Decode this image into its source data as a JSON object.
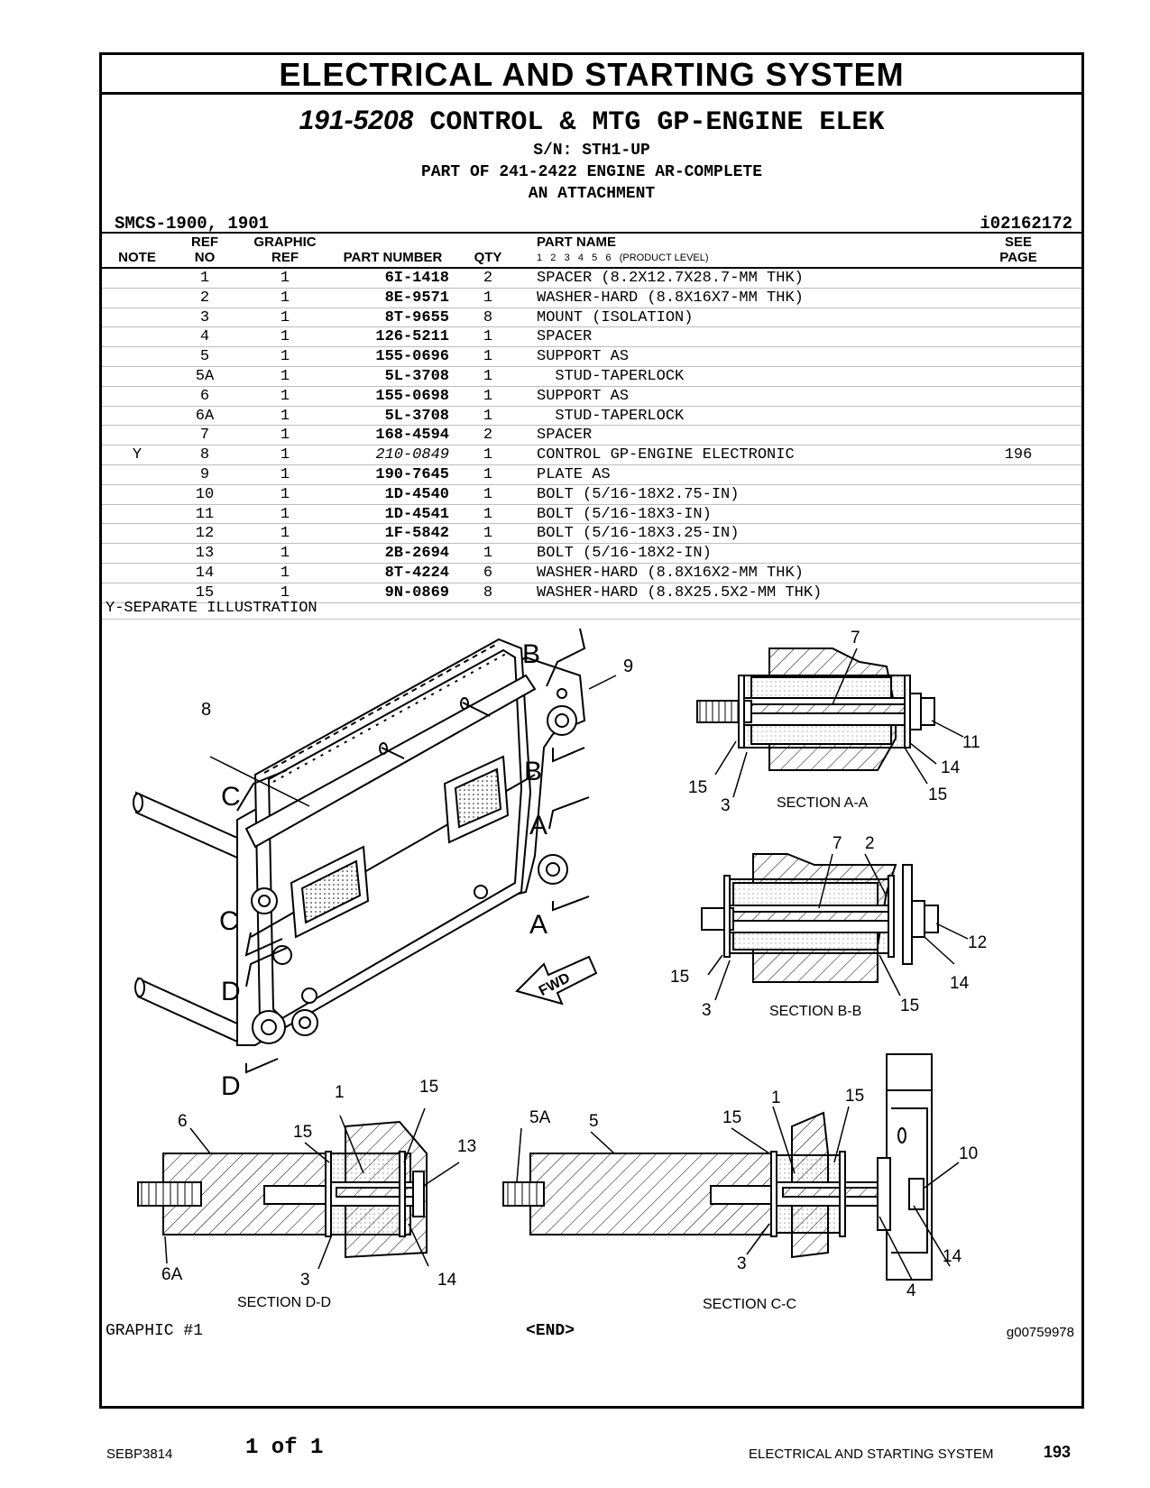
{
  "header": {
    "title": "ELECTRICAL AND STARTING SYSTEM",
    "group_part_number": "191-5208",
    "group_name": "CONTROL & MTG GP-ENGINE ELEK",
    "serial": "S/N: STH1-UP",
    "part_of": "PART OF 241-2422 ENGINE AR-COMPLETE",
    "attachment": "AN ATTACHMENT",
    "smcs": "SMCS-1900, 1901",
    "illustration_id": "i02162172"
  },
  "columns": {
    "note": "NOTE",
    "ref_top": "REF",
    "ref_bottom": "NO",
    "graphic_top": "GRAPHIC",
    "graphic_bottom": "REF",
    "part_number": "PART NUMBER",
    "qty": "QTY",
    "part_name": "PART NAME",
    "product_level": "1   2   3   4   5   6   (PRODUCT LEVEL)",
    "see_top": "SEE",
    "see_bottom": "PAGE"
  },
  "parts": [
    {
      "note": "",
      "ref": "1",
      "graphic": "1",
      "part_number": "6I-1418",
      "qty": "2",
      "name": "SPACER (8.2X12.7X28.7-MM THK)",
      "see": ""
    },
    {
      "note": "",
      "ref": "2",
      "graphic": "1",
      "part_number": "8E-9571",
      "qty": "1",
      "name": "WASHER-HARD (8.8X16X7-MM THK)",
      "see": ""
    },
    {
      "note": "",
      "ref": "3",
      "graphic": "1",
      "part_number": "8T-9655",
      "qty": "8",
      "name": "MOUNT (ISOLATION)",
      "see": ""
    },
    {
      "note": "",
      "ref": "4",
      "graphic": "1",
      "part_number": "126-5211",
      "qty": "1",
      "name": "SPACER",
      "see": ""
    },
    {
      "note": "",
      "ref": "5",
      "graphic": "1",
      "part_number": "155-0696",
      "qty": "1",
      "name": "SUPPORT AS",
      "see": ""
    },
    {
      "note": "",
      "ref": "5A",
      "graphic": "1",
      "part_number": "5L-3708",
      "qty": "1",
      "name": "  STUD-TAPERLOCK",
      "see": ""
    },
    {
      "note": "",
      "ref": "6",
      "graphic": "1",
      "part_number": "155-0698",
      "qty": "1",
      "name": "SUPPORT AS",
      "see": ""
    },
    {
      "note": "",
      "ref": "6A",
      "graphic": "1",
      "part_number": "5L-3708",
      "qty": "1",
      "name": "  STUD-TAPERLOCK",
      "see": ""
    },
    {
      "note": "",
      "ref": "7",
      "graphic": "1",
      "part_number": "168-4594",
      "qty": "2",
      "name": "SPACER",
      "see": ""
    },
    {
      "note": "Y",
      "ref": "8",
      "graphic": "1",
      "part_number": "210-0849",
      "qty": "1",
      "name": "CONTROL GP-ENGINE ELECTRONIC",
      "see": "196",
      "italic": true
    },
    {
      "note": "",
      "ref": "9",
      "graphic": "1",
      "part_number": "190-7645",
      "qty": "1",
      "name": "PLATE AS",
      "see": ""
    },
    {
      "note": "",
      "ref": "10",
      "graphic": "1",
      "part_number": "1D-4540",
      "qty": "1",
      "name": "BOLT (5/16-18X2.75-IN)",
      "see": ""
    },
    {
      "note": "",
      "ref": "11",
      "graphic": "1",
      "part_number": "1D-4541",
      "qty": "1",
      "name": "BOLT (5/16-18X3-IN)",
      "see": ""
    },
    {
      "note": "",
      "ref": "12",
      "graphic": "1",
      "part_number": "1F-5842",
      "qty": "1",
      "name": "BOLT (5/16-18X3.25-IN)",
      "see": ""
    },
    {
      "note": "",
      "ref": "13",
      "graphic": "1",
      "part_number": "2B-2694",
      "qty": "1",
      "name": "BOLT (5/16-18X2-IN)",
      "see": ""
    },
    {
      "note": "",
      "ref": "14",
      "graphic": "1",
      "part_number": "8T-4224",
      "qty": "6",
      "name": "WASHER-HARD (8.8X16X2-MM THK)",
      "see": ""
    },
    {
      "note": "",
      "ref": "15",
      "graphic": "1",
      "part_number": "9N-0869",
      "qty": "8",
      "name": "WASHER-HARD (8.8X25.5X2-MM THK)",
      "see": ""
    }
  ],
  "footnote": "Y-SEPARATE ILLUSTRATION",
  "illustration": {
    "callouts": {
      "c8": "8",
      "c9": "9",
      "cB1": "B",
      "cB2": "B",
      "cA1": "A",
      "cA2": "A",
      "cC1": "C",
      "cC2": "C",
      "cD1": "D",
      "cD2": "D",
      "fwd": "FWD",
      "aa7": "7",
      "aa11": "11",
      "aa14": "14",
      "aa15a": "15",
      "aa15b": "15",
      "aa3": "3",
      "bb7": "7",
      "bb2": "2",
      "bb12": "12",
      "bb14": "14",
      "bb15a": "15",
      "bb15b": "15",
      "bb3": "3",
      "dd6": "6",
      "dd1": "1",
      "dd15a": "15",
      "dd15b": "15",
      "dd13": "13",
      "dd6A": "6A",
      "dd3": "3",
      "dd14": "14",
      "cc5A": "5A",
      "cc5": "5",
      "cc15a": "15",
      "cc1": "1",
      "cc15b": "15",
      "cc10": "10",
      "cc3": "3",
      "cc4": "4",
      "cc14": "14"
    },
    "section_aa": "SECTION A-A",
    "section_bb": "SECTION B-B",
    "section_dd": "SECTION D-D",
    "section_cc": "SECTION C-C"
  },
  "graphic_label": "GRAPHIC #1",
  "end_label": "<END>",
  "graphic_number": "g00759978",
  "footer": {
    "doc_id": "SEBP3814",
    "page_of": "1 of 1",
    "section": "ELECTRICAL AND STARTING SYSTEM",
    "page_number": "193"
  }
}
